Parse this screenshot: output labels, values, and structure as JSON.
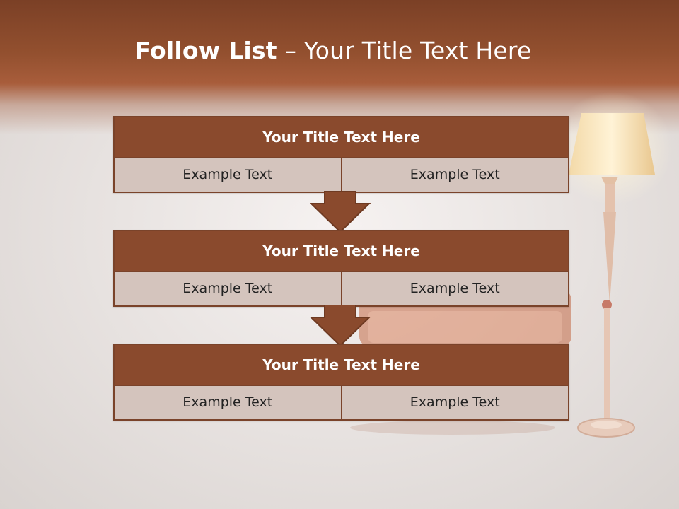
{
  "slide": {
    "title_bold": "Follow List",
    "title_rest": " – Your Title Text Here"
  },
  "blocks": [
    {
      "title": "Your Title Text Here",
      "left": "Example Text",
      "right": "Example Text"
    },
    {
      "title": "Your Title Text Here",
      "left": "Example Text",
      "right": "Example Text"
    },
    {
      "title": "Your Title Text Here",
      "left": "Example Text",
      "right": "Example Text"
    }
  ],
  "colors": {
    "header": "#93502f",
    "block_title": "#8a4a2d",
    "block_cell": "#d4c4bd",
    "arrow": "#8a4a2d"
  }
}
